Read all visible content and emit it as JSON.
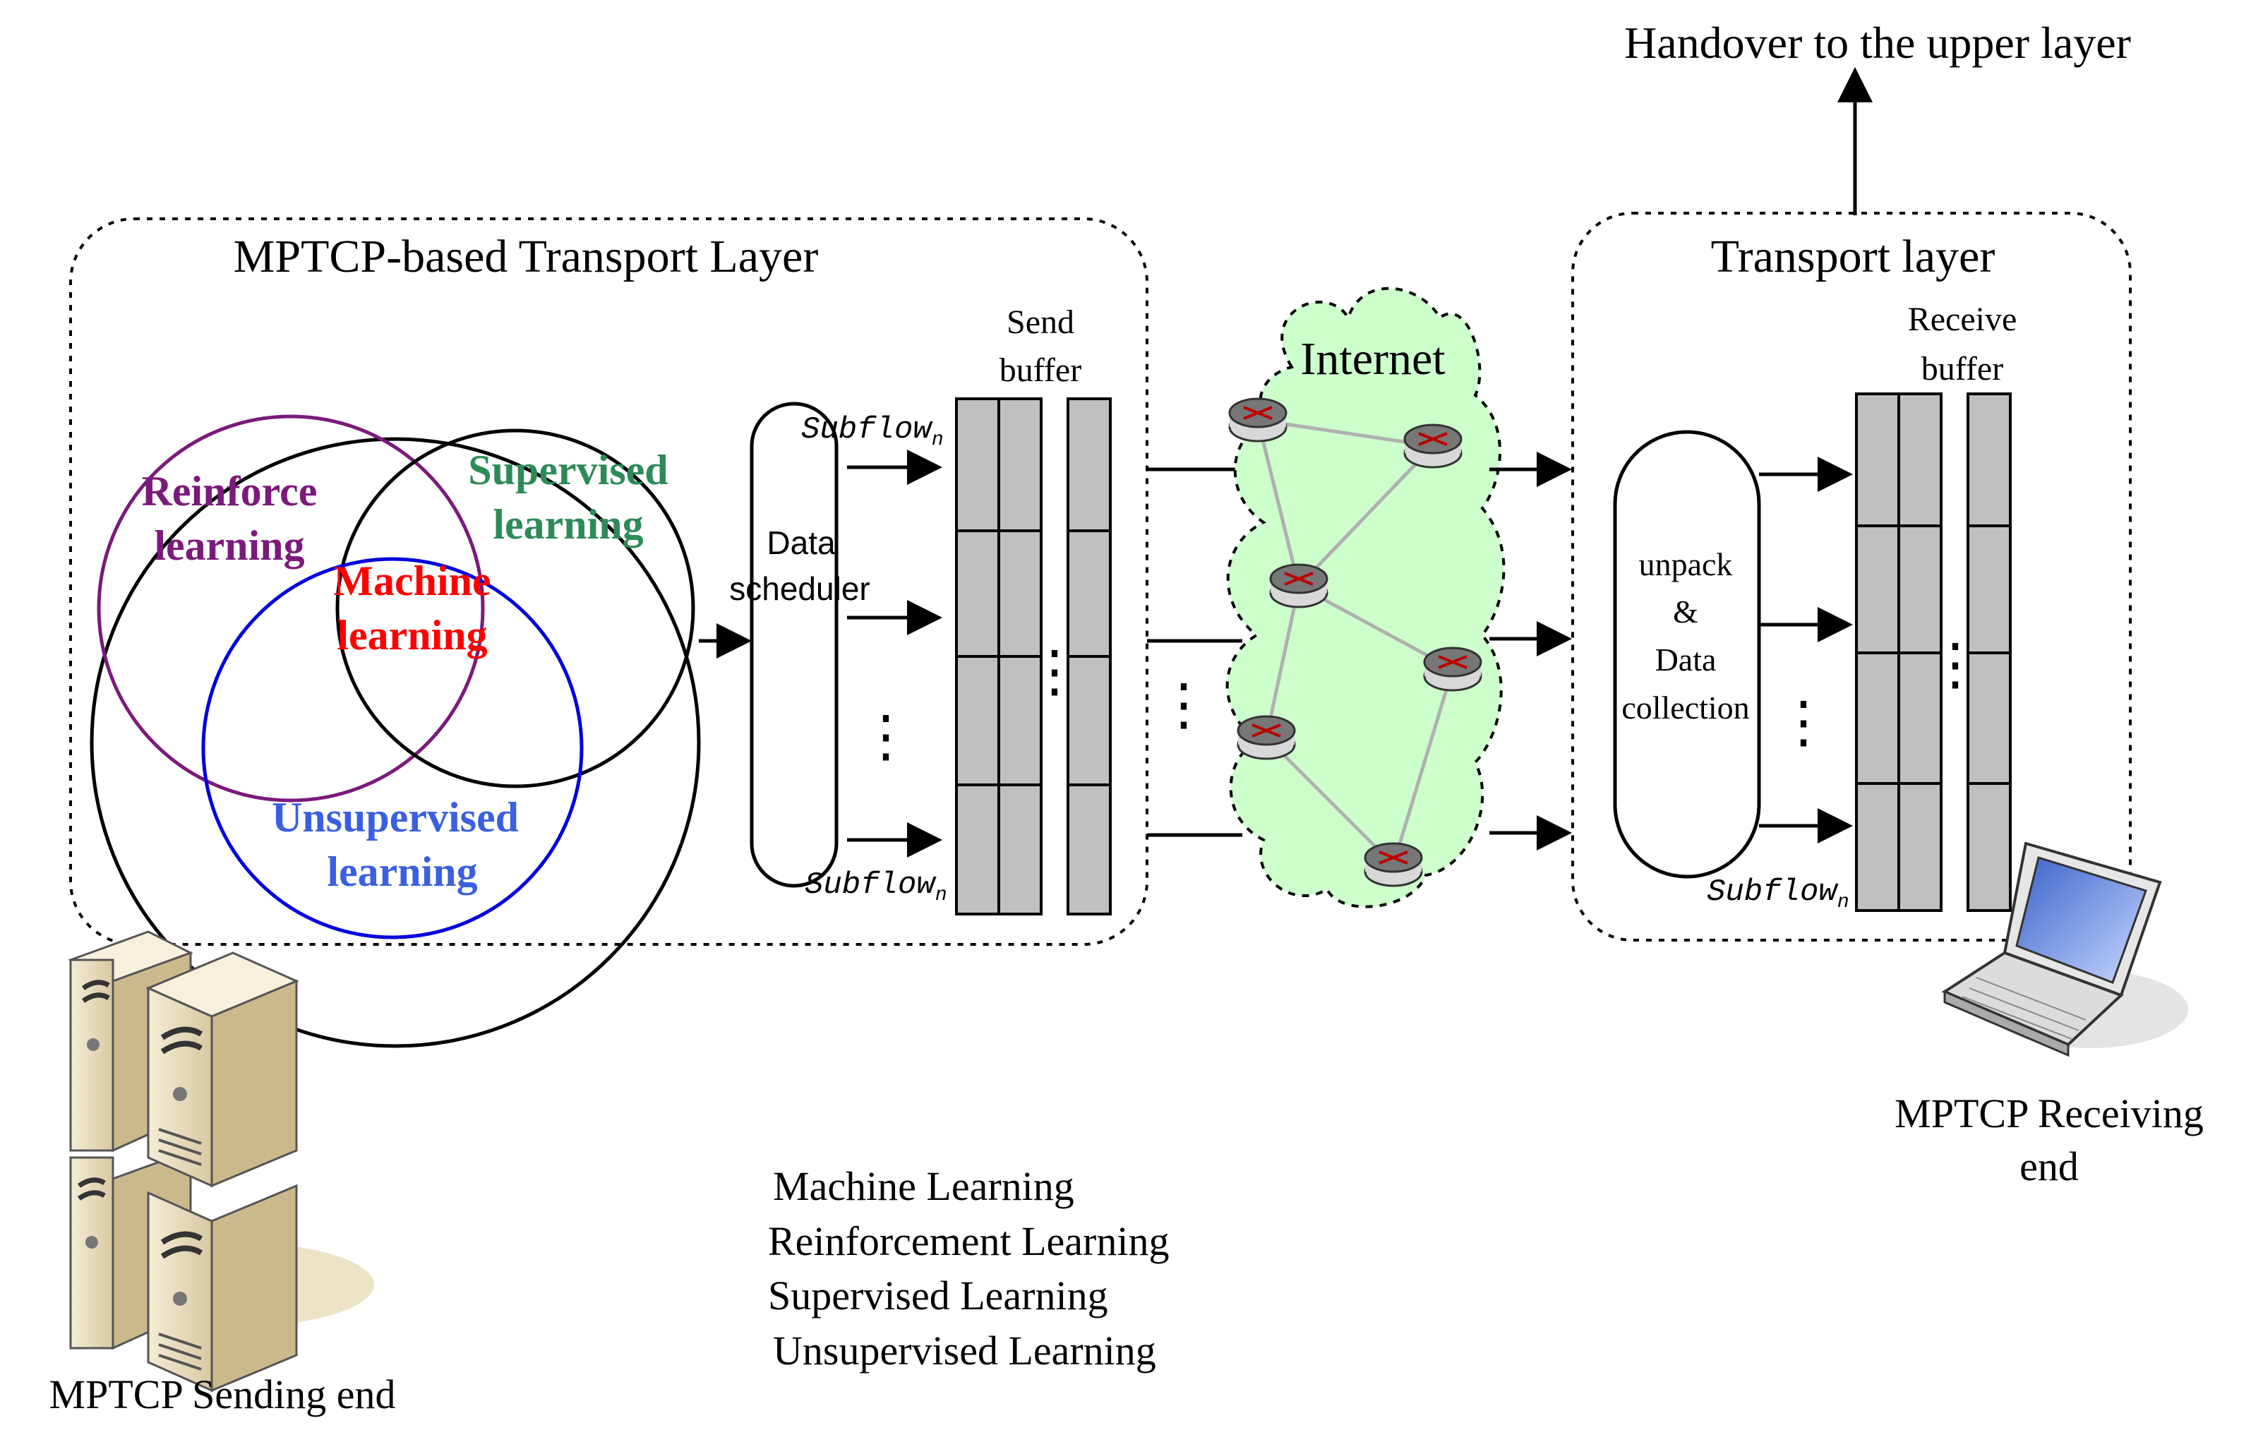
{
  "top_label": "Handover to the upper layer",
  "sender_box": {
    "title": "MPTCP-based Transport Layer",
    "venn": {
      "reinforce": [
        "Reinforce",
        "learning"
      ],
      "supervised": [
        "Supervised",
        "learning"
      ],
      "machine": [
        "Machine",
        "learning"
      ],
      "unsupervised": [
        "Unsupervised",
        "learning"
      ],
      "colors": {
        "reinforce": "#7B1A7B",
        "supervised": "#2E8B57",
        "machine": "#FF0000",
        "unsupervised": "#3A5FE0"
      }
    },
    "scheduler": [
      "Data",
      "scheduler"
    ],
    "send_buffer": [
      "Send",
      "buffer"
    ],
    "subflow_label": "Subflow",
    "subflow_sub": "n"
  },
  "internet": {
    "label": "Internet",
    "fill": "#CCFFCC"
  },
  "receiver_box": {
    "title": "Transport layer",
    "receive_buffer": [
      "Receive",
      "buffer"
    ],
    "collector": [
      "unpack",
      "&",
      "Data",
      "collection"
    ],
    "subflow_label": "Subflow",
    "subflow_sub": "n"
  },
  "sending_end_label": "MPTCP Sending end",
  "receiving_end_label": [
    "MPTCP Receiving",
    "end"
  ],
  "legend": [
    "Machine Learning",
    "Reinforcement Learning",
    "Supervised Learning",
    "Unsupervised Learning"
  ],
  "ellipsis": "⋮"
}
